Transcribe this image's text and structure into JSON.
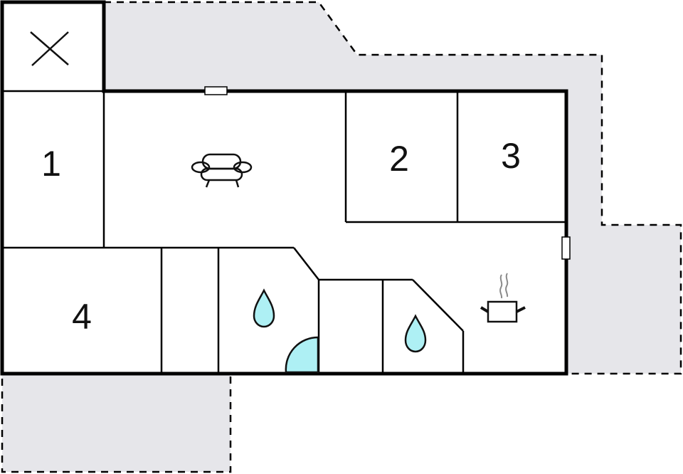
{
  "floorplan": {
    "title": "",
    "colors": {
      "wall": "#000000",
      "terrace_fill": "#e6e6ea",
      "room_fill": "#ffffff",
      "water_fill": "#aef0f4",
      "steam": "#8a8a8a"
    },
    "rooms": [
      {
        "id": "room-1",
        "label": "1",
        "type": "bedroom"
      },
      {
        "id": "room-2",
        "label": "2",
        "type": "bedroom"
      },
      {
        "id": "room-3",
        "label": "3",
        "type": "bedroom"
      },
      {
        "id": "room-4",
        "label": "4",
        "type": "bedroom"
      },
      {
        "id": "living-room",
        "label": "",
        "type": "living-room",
        "icon": "sofa-icon"
      },
      {
        "id": "kitchen",
        "label": "",
        "type": "kitchen",
        "icon": "cooking-pot-icon"
      },
      {
        "id": "bathroom-1",
        "label": "",
        "type": "bathroom",
        "icon": "water-drop-icon"
      },
      {
        "id": "bathroom-2",
        "label": "",
        "type": "bathroom",
        "icon": "water-drop-icon"
      },
      {
        "id": "shower",
        "label": "",
        "type": "shower",
        "icon": "shower-quarter-circle-icon"
      },
      {
        "id": "storage",
        "label": "",
        "type": "storage",
        "icon": "cross-icon"
      },
      {
        "id": "hallway",
        "label": "",
        "type": "hallway"
      },
      {
        "id": "utility",
        "label": "",
        "type": "utility"
      }
    ],
    "terraces": [
      {
        "id": "terrace-top-right",
        "type": "terrace"
      },
      {
        "id": "terrace-bottom-left",
        "type": "terrace"
      }
    ],
    "windows": [
      {
        "id": "window-top",
        "orientation": "horizontal"
      },
      {
        "id": "window-right",
        "orientation": "vertical"
      }
    ]
  }
}
